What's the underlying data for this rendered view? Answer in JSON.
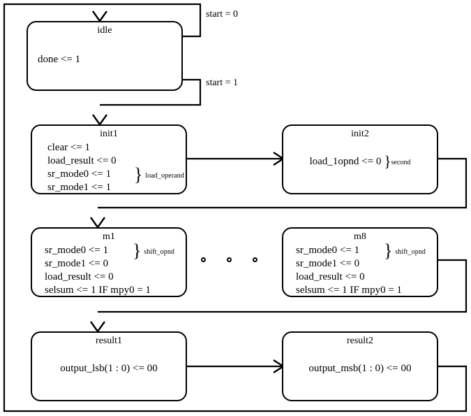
{
  "diagram": {
    "title": "multiplier state machine ASM chart",
    "stroke_color": "#000000",
    "background_color": "#ffffff"
  },
  "states": [
    {
      "id": "idle",
      "name": "idle",
      "actions": [
        {
          "text": "done <= 1",
          "brace": null
        }
      ]
    },
    {
      "id": "init1",
      "name": "init1",
      "actions": [
        {
          "text": "clear <= 1",
          "brace": null
        },
        {
          "text": "load_result <= 0",
          "brace": null
        },
        {
          "text": "sr_mode0 <= 1",
          "brace": "load_operand"
        },
        {
          "text": "sr_mode1 <= 1",
          "brace": "load_operand"
        }
      ],
      "brace_label": "load_operand"
    },
    {
      "id": "init2",
      "name": "init2",
      "actions": [
        {
          "text": "load_1opnd <= 0",
          "brace": "second"
        }
      ],
      "brace_label": "second"
    },
    {
      "id": "m1",
      "name": "m1",
      "actions": [
        {
          "text": "sr_mode0 <= 1",
          "brace": "shift_opnd"
        },
        {
          "text": "sr_mode1 <= 0",
          "brace": "shift_opnd"
        },
        {
          "text": "load_result <= 0",
          "brace": null
        },
        {
          "text": "selsum <= 1 IF mpy0 = 1",
          "brace": null
        }
      ],
      "brace_label": "shift_opnd"
    },
    {
      "id": "m8",
      "name": "m8",
      "actions": [
        {
          "text": "sr_mode0 <= 1",
          "brace": "shift_opnd"
        },
        {
          "text": "sr_mode1 <= 0",
          "brace": "shift_opnd"
        },
        {
          "text": "load_result <= 0",
          "brace": null
        },
        {
          "text": "selsum <= 1 IF mpy0 = 1",
          "brace": null
        }
      ],
      "brace_label": "shift_opnd"
    },
    {
      "id": "result1",
      "name": "result1",
      "actions": [
        {
          "text": "output_lsb(1 : 0) <= 00",
          "brace": null
        }
      ]
    },
    {
      "id": "result2",
      "name": "result2",
      "actions": [
        {
          "text": "output_msb(1 : 0) <= 00",
          "brace": null
        }
      ]
    }
  ],
  "transitions": [
    {
      "id": "start0",
      "label": "start = 0",
      "from": "idle",
      "to": "idle"
    },
    {
      "id": "start1",
      "label": "start = 1",
      "from": "idle",
      "to": "init1"
    }
  ],
  "ellipsis": {
    "dot_count": 3,
    "meaning": "states m2 through m7 omitted"
  }
}
